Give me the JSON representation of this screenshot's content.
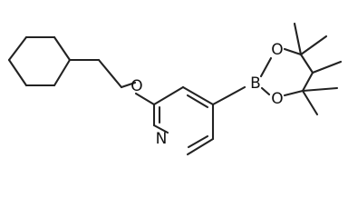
{
  "diagram": {
    "type": "chemical-structure",
    "atoms": {
      "oxygen_ether": "O",
      "nitrogen": "N",
      "boron": "B",
      "oxygen_ring_top": "O",
      "oxygen_ring_bottom": "O"
    },
    "colors": {
      "bond": "#222222",
      "label": "#111111",
      "background": "#ffffff"
    }
  }
}
